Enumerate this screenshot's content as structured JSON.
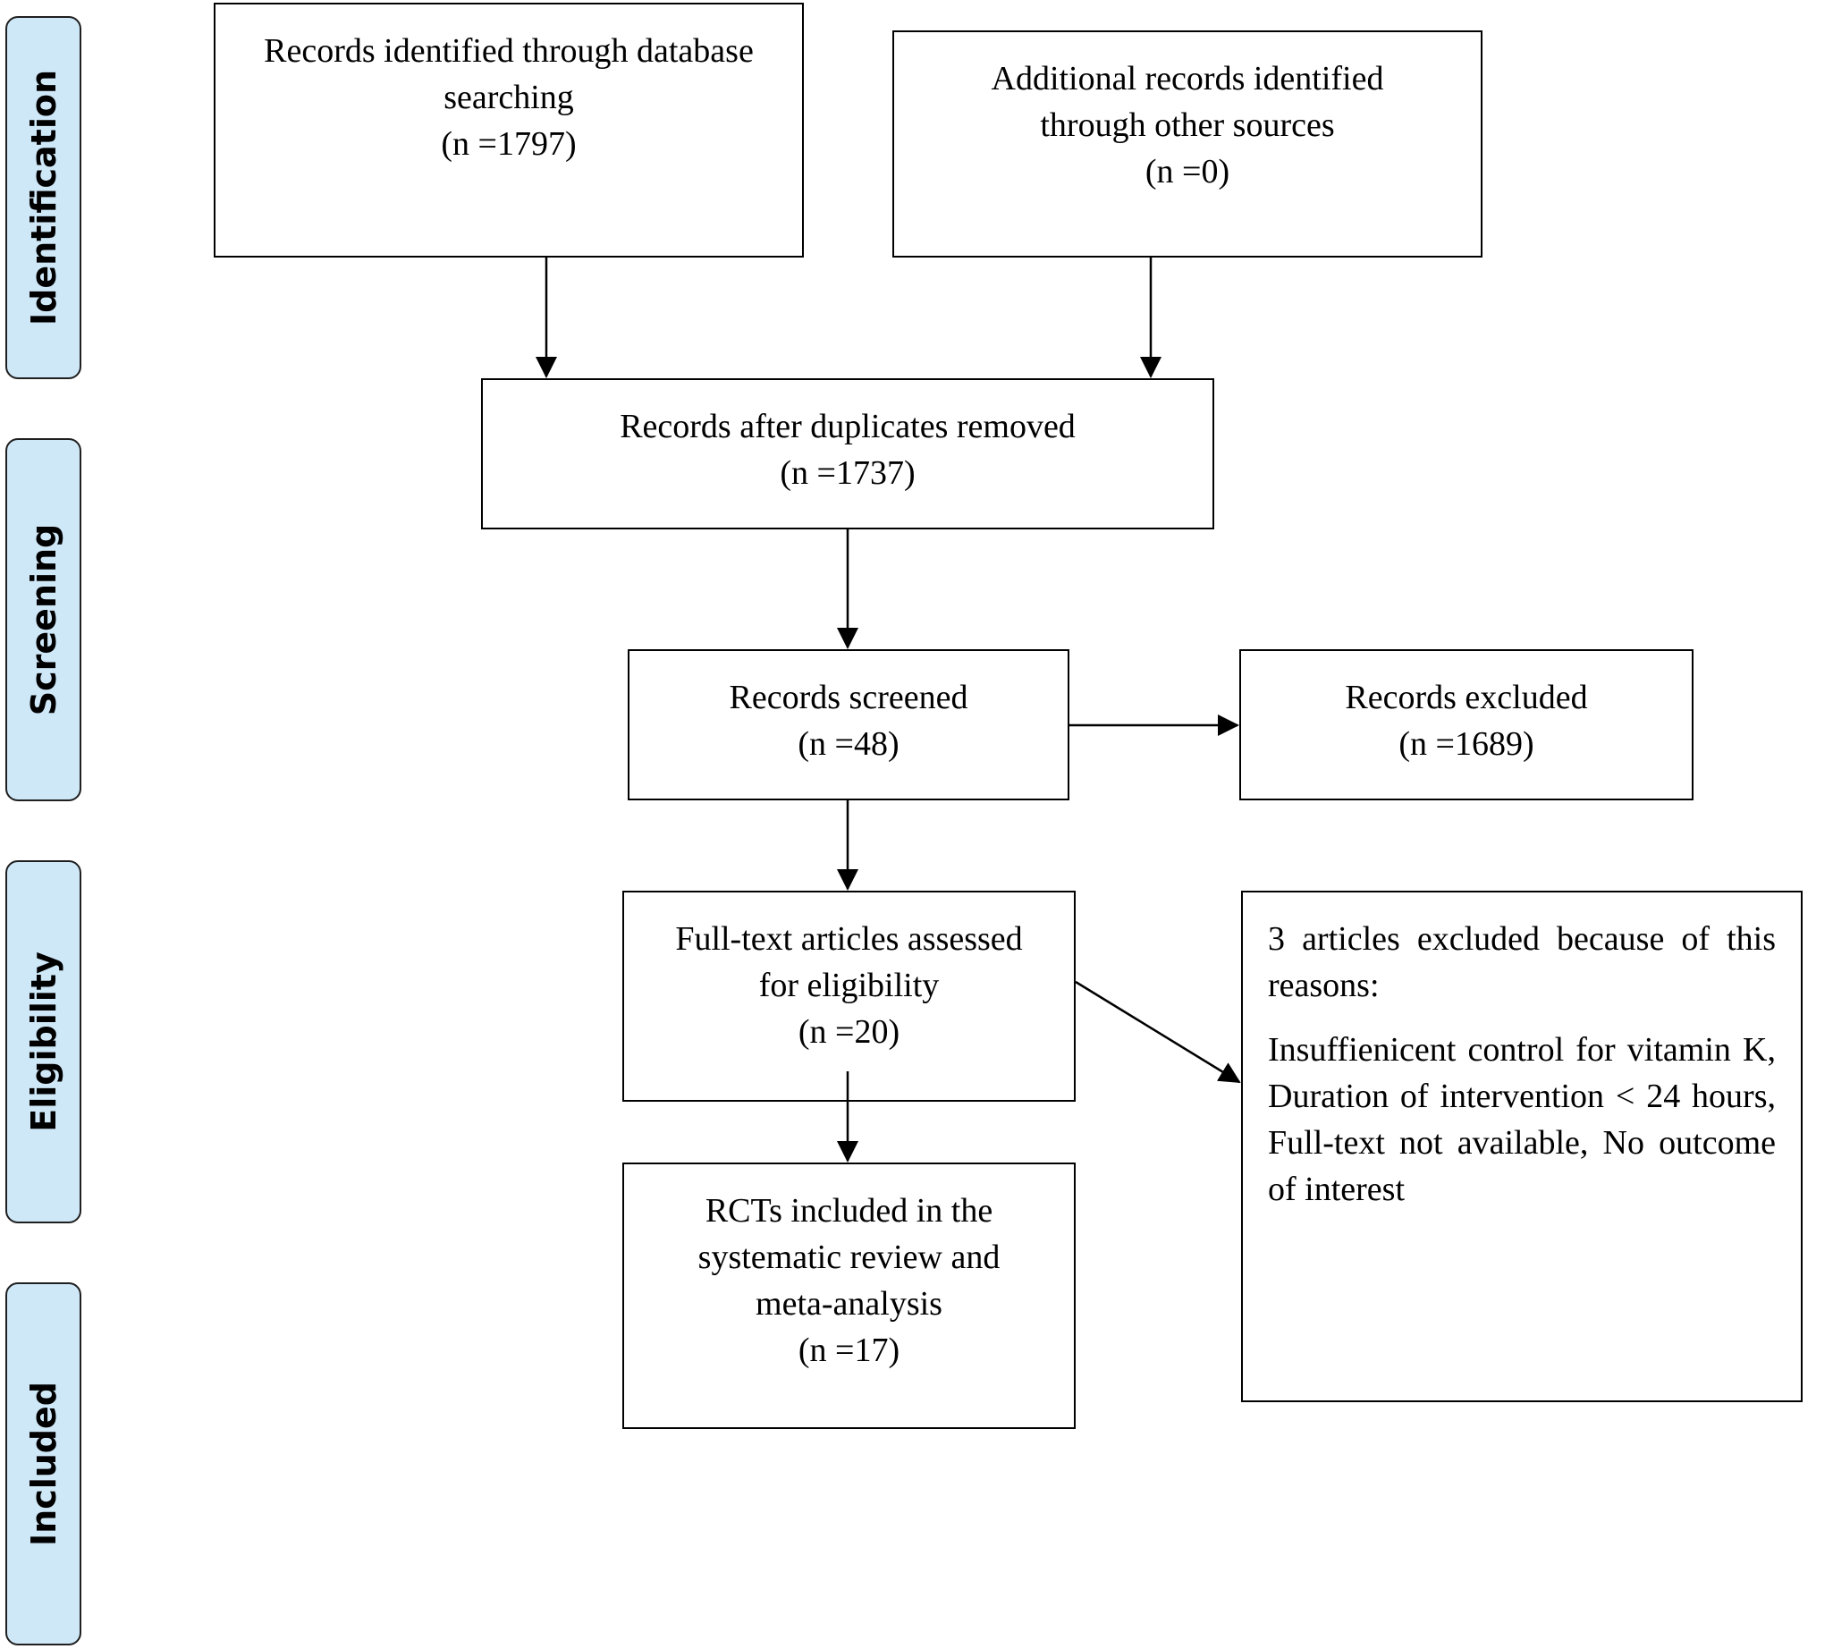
{
  "stages": [
    {
      "id": "identification",
      "label": "Identification"
    },
    {
      "id": "screening",
      "label": "Screening"
    },
    {
      "id": "eligibility",
      "label": "Eligibility"
    },
    {
      "id": "included",
      "label": "Included"
    }
  ],
  "boxes": {
    "database": {
      "lines": [
        "Records identified through database",
        "searching",
        "(n =1797)"
      ]
    },
    "other": {
      "lines": [
        "Additional records identified",
        "through other sources",
        "(n =0)"
      ]
    },
    "dedup": {
      "lines": [
        "Records after duplicates removed",
        "(n =1737)"
      ]
    },
    "screened": {
      "lines": [
        "Records screened",
        "(n =48)"
      ]
    },
    "excluded": {
      "lines": [
        "Records excluded",
        "(n =1689)"
      ]
    },
    "fulltext": {
      "lines": [
        "Full-text articles assessed",
        "for eligibility",
        "(n =20)"
      ]
    },
    "fulltext_excluded": {
      "lines": [
        "3 articles excluded because of this",
        "reasons:"
      ],
      "reasons_lines": [
        "Insuffienicent control for vitamin K,",
        "Duration of intervention < 24 hours,",
        "Full-text not available, No outcome",
        "of interest"
      ]
    },
    "included": {
      "lines": [
        "RCTs included in the",
        "systematic review and",
        "meta-analysis",
        "(n =17)"
      ]
    }
  }
}
